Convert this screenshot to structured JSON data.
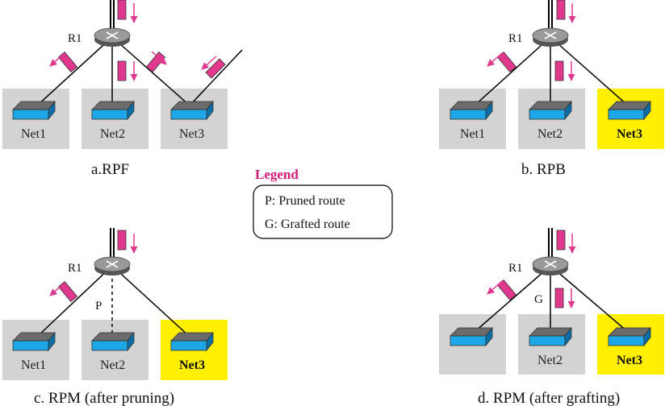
{
  "colors": {
    "net_box": "#d3d3d3",
    "highlight_box": "#ffef00",
    "switch_blue": "#1ea7e6",
    "switch_side": "#0a6fa8",
    "packet": "#e0388c",
    "arrow": "#e0388c"
  },
  "legend": {
    "title": "Legend",
    "items": [
      "P:  Pruned route",
      "G:  Grafted route"
    ]
  },
  "panels": {
    "a": {
      "router": "R1",
      "caption": "a.RPF",
      "nets": [
        "Net1",
        "Net2",
        "Net3"
      ]
    },
    "b": {
      "router": "R1",
      "caption": "b. RPB",
      "nets": [
        "Net1",
        "Net2",
        "Net3"
      ]
    },
    "c": {
      "router": "R1",
      "caption": "c. RPM (after pruning)",
      "nets": [
        "Net1",
        "Net2",
        "Net3"
      ],
      "route_mark": "P"
    },
    "d": {
      "router": "R1",
      "caption": "d. RPM (after grafting)",
      "nets": [
        "",
        "Net2",
        "Net3"
      ],
      "route_mark": "G"
    }
  }
}
